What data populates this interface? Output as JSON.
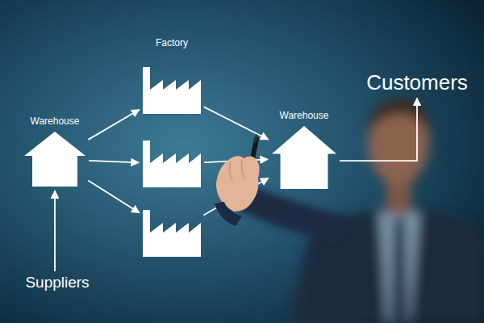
{
  "diagram": {
    "nodes": [
      {
        "text": [
          "Warehouse"
        ]
      },
      {
        "text": [
          "Factory"
        ]
      },
      {
        "text": []
      },
      {
        "text": []
      },
      {
        "text": [
          "Warehouse"
        ]
      },
      {
        "text": [
          "Customers"
        ]
      },
      {
        "text": [
          "Suppliers"
        ]
      }
    ],
    "edges": [
      {
        "from": 6,
        "to": 0,
        "arrow": "to"
      },
      {
        "from": 0,
        "to": 1,
        "arrow": "to"
      },
      {
        "from": 0,
        "to": 2,
        "arrow": "to"
      },
      {
        "from": 0,
        "to": 3,
        "arrow": "to"
      },
      {
        "from": 1,
        "to": 4,
        "arrow": "to"
      },
      {
        "from": 2,
        "to": 4,
        "arrow": "to"
      },
      {
        "from": 3,
        "to": 4,
        "arrow": "to"
      },
      {
        "from": 4,
        "to": 5,
        "arrow": "to"
      }
    ]
  }
}
